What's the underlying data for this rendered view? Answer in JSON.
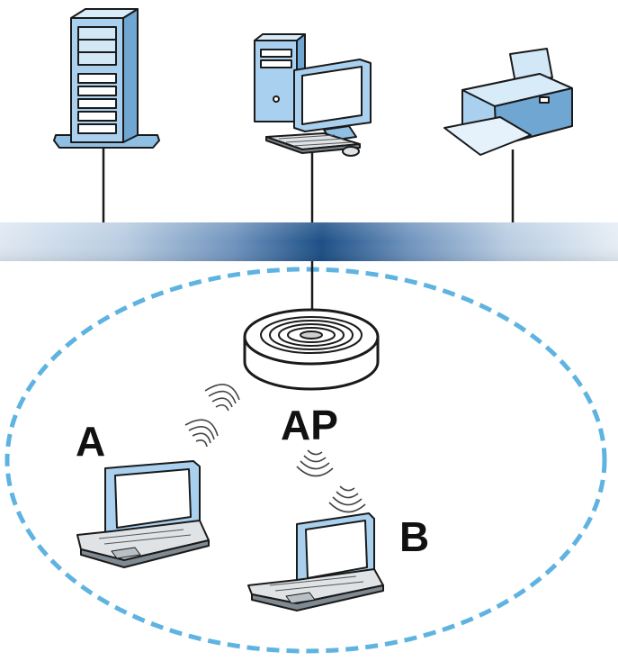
{
  "labels": {
    "access_point": "AP",
    "client_a": "A",
    "client_b": "B"
  },
  "nodes": [
    {
      "id": "server",
      "kind": "server-icon"
    },
    {
      "id": "desktop",
      "kind": "desktop-computer-icon"
    },
    {
      "id": "printer",
      "kind": "printer-icon"
    },
    {
      "id": "access_point",
      "kind": "access-point-icon"
    },
    {
      "id": "client_a",
      "kind": "laptop-icon"
    },
    {
      "id": "client_b",
      "kind": "laptop-icon"
    }
  ],
  "colors": {
    "device_blue": "#a9d1ef",
    "device_blue_dark": "#6fa6d2",
    "outline": "#1a1a1a",
    "lan_bar_center": "#1c4f86",
    "lan_bar_edge": "#dce7f2",
    "wlan_boundary": "#5fb3e1",
    "signal": "#444444"
  }
}
